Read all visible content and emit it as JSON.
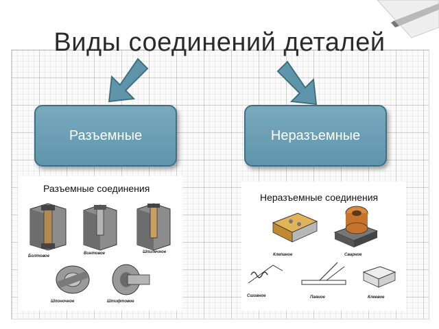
{
  "title": "Виды соединений деталей",
  "left_box": {
    "label": "Разъемные"
  },
  "right_box": {
    "label": "Неразъемные"
  },
  "left_panel": {
    "title": "Разъемные соединения",
    "items": [
      "Болтовое",
      "Винтовое",
      "Шпилечное",
      "Шпоночное",
      "Штифтовое"
    ]
  },
  "right_panel": {
    "title": "Неразъемные соединения",
    "items": [
      "Клепаное",
      "Сварное",
      "Сшивное",
      "Паяное",
      "Клеевое"
    ]
  },
  "colors": {
    "box_fill": "#6a9db2",
    "box_border": "#3f6f82",
    "arrow_fill": "#5f95ab"
  }
}
